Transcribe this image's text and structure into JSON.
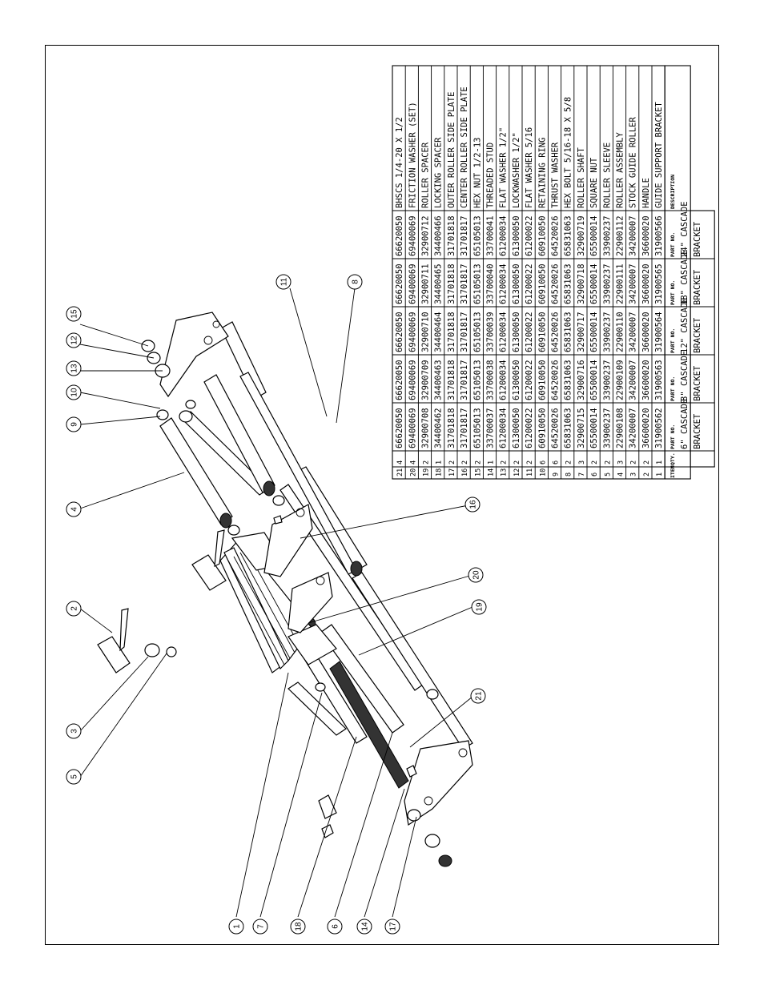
{
  "bom": {
    "headers": {
      "item": "ITEM",
      "qty": "QTY.",
      "part_6": "PART NO.",
      "part_8": "PART NO.",
      "part_12": "PART NO.",
      "part_18": "PART NO.",
      "part_24": "PART NO.",
      "description": "DESCRIPTION"
    },
    "bracket_labels": [
      [
        "6\" CASCADE",
        "BRACKET"
      ],
      [
        "8\" CASCADE",
        "BRACKET"
      ],
      [
        "12\" CASCADE",
        "BRACKET"
      ],
      [
        "18\" CASCADE",
        "BRACKET"
      ],
      [
        "24\" CASCADE",
        "BRACKET"
      ]
    ],
    "rows": [
      {
        "item": "21",
        "qty": "4",
        "p6": "66620050",
        "p8": "66620050",
        "p12": "66620050",
        "p18": "66620050",
        "p24": "66620050",
        "desc": "BHSCS 1/4-20 X 1/2"
      },
      {
        "item": "20",
        "qty": "4",
        "p6": "69400069",
        "p8": "69400069",
        "p12": "69400069",
        "p18": "69400069",
        "p24": "69400069",
        "desc": "FRICTION WASHER (SET)"
      },
      {
        "item": "19",
        "qty": "2",
        "p6": "32900708",
        "p8": "32900709",
        "p12": "32900710",
        "p18": "32900711",
        "p24": "32900712",
        "desc": "ROLLER SPACER"
      },
      {
        "item": "18",
        "qty": "1",
        "p6": "34400462",
        "p8": "34400463",
        "p12": "34400464",
        "p18": "34400465",
        "p24": "34400466",
        "desc": "LOCKING SPACER"
      },
      {
        "item": "17",
        "qty": "2",
        "p6": "31701818",
        "p8": "31701818",
        "p12": "31701818",
        "p18": "31701818",
        "p24": "31701818",
        "desc": "OUTER ROLLER SIDE PLATE"
      },
      {
        "item": "16",
        "qty": "2",
        "p6": "31701817",
        "p8": "31701817",
        "p12": "31701817",
        "p18": "31701817",
        "p24": "31701817",
        "desc": "CENTER ROLLER SIDE PLATE"
      },
      {
        "item": "15",
        "qty": "2",
        "p6": "65105013",
        "p8": "65105013",
        "p12": "65105013",
        "p18": "65105013",
        "p24": "65105013",
        "desc": "HEX NUT 1/2-13"
      },
      {
        "item": "14",
        "qty": "1",
        "p6": "33700037",
        "p8": "33700038",
        "p12": "33700039",
        "p18": "33700040",
        "p24": "33700041",
        "desc": "THREADED STUD"
      },
      {
        "item": "13",
        "qty": "2",
        "p6": "61200034",
        "p8": "61200034",
        "p12": "61200034",
        "p18": "61200034",
        "p24": "61200034",
        "desc": "FLAT WASHER 1/2\""
      },
      {
        "item": "12",
        "qty": "2",
        "p6": "61300050",
        "p8": "61300050",
        "p12": "61300050",
        "p18": "61300050",
        "p24": "61300050",
        "desc": "LOCKWASHER 1/2\""
      },
      {
        "item": "11",
        "qty": "2",
        "p6": "61200022",
        "p8": "61200022",
        "p12": "61200022",
        "p18": "61200022",
        "p24": "61200022",
        "desc": "FLAT WASHER 5/16"
      },
      {
        "item": "10",
        "qty": "6",
        "p6": "60910050",
        "p8": "60910050",
        "p12": "60910050",
        "p18": "60910050",
        "p24": "60910050",
        "desc": "RETAINING RING"
      },
      {
        "item": "9",
        "qty": "6",
        "p6": "64520026",
        "p8": "64520026",
        "p12": "64520026",
        "p18": "64520026",
        "p24": "64520026",
        "desc": "THRUST WASHER"
      },
      {
        "item": "8",
        "qty": "2",
        "p6": "65831063",
        "p8": "65831063",
        "p12": "65831063",
        "p18": "65831063",
        "p24": "65831063",
        "desc": "HEX BOLT 5/16-18 X 5/8"
      },
      {
        "item": "7",
        "qty": "3",
        "p6": "32900715",
        "p8": "32900716",
        "p12": "32900717",
        "p18": "32900718",
        "p24": "32900719",
        "desc": "ROLLER SHAFT"
      },
      {
        "item": "6",
        "qty": "2",
        "p6": "65500014",
        "p8": "65500014",
        "p12": "65500014",
        "p18": "65500014",
        "p24": "65500014",
        "desc": "SQUARE NUT"
      },
      {
        "item": "5",
        "qty": "2",
        "p6": "33900237",
        "p8": "33900237",
        "p12": "33900237",
        "p18": "33900237",
        "p24": "33900237",
        "desc": "ROLLER SLEEVE"
      },
      {
        "item": "4",
        "qty": "3",
        "p6": "22900108",
        "p8": "22900109",
        "p12": "22900110",
        "p18": "22900111",
        "p24": "22900112",
        "desc": "ROLLER ASSEMBLY"
      },
      {
        "item": "3",
        "qty": "2",
        "p6": "34200007",
        "p8": "34200007",
        "p12": "34200007",
        "p18": "34200007",
        "p24": "34200007",
        "desc": "STOCK GUIDE ROLLER"
      },
      {
        "item": "2",
        "qty": "2",
        "p6": "36600020",
        "p8": "36600020",
        "p12": "36600020",
        "p18": "36600020",
        "p24": "36600020",
        "desc": "HANDLE"
      },
      {
        "item": "1",
        "qty": "1",
        "p6": "31900562",
        "p8": "31900563",
        "p12": "31900564",
        "p18": "31900565",
        "p24": "31900566",
        "desc": "GUIDE SUPPORT BRACKET"
      }
    ]
  },
  "callouts": [
    {
      "n": "15"
    },
    {
      "n": "12"
    },
    {
      "n": "13"
    },
    {
      "n": "10"
    },
    {
      "n": "9"
    },
    {
      "n": "4"
    },
    {
      "n": "2"
    },
    {
      "n": "3"
    },
    {
      "n": "5"
    },
    {
      "n": "11"
    },
    {
      "n": "8"
    },
    {
      "n": "16"
    },
    {
      "n": "20"
    },
    {
      "n": "19"
    },
    {
      "n": "21"
    },
    {
      "n": "1"
    },
    {
      "n": "7"
    },
    {
      "n": "18"
    },
    {
      "n": "6"
    },
    {
      "n": "14"
    },
    {
      "n": "17"
    }
  ]
}
